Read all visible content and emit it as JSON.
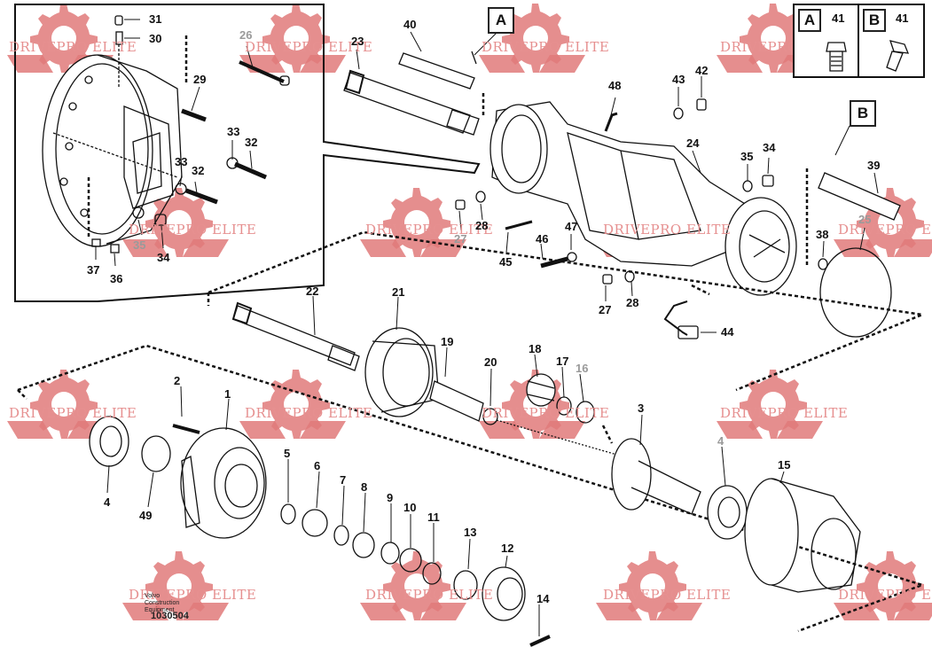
{
  "watermark": {
    "text": "DRIVEPRO ELITE",
    "color": "#e69090"
  },
  "view_tags": [
    "A",
    "B"
  ],
  "legend": {
    "cells": [
      {
        "letter": "A",
        "number": "41"
      },
      {
        "letter": "B",
        "number": "41"
      }
    ]
  },
  "footer": {
    "company": "Volvo Construction Equipment",
    "drawing_number": "1030504"
  },
  "callouts": [
    {
      "n": "31",
      "grey": false
    },
    {
      "n": "30",
      "grey": false
    },
    {
      "n": "26",
      "grey": true
    },
    {
      "n": "29",
      "grey": false
    },
    {
      "n": "33",
      "grey": false
    },
    {
      "n": "32",
      "grey": false
    },
    {
      "n": "33",
      "grey": false
    },
    {
      "n": "32",
      "grey": false
    },
    {
      "n": "35",
      "grey": true
    },
    {
      "n": "34",
      "grey": false
    },
    {
      "n": "37",
      "grey": false
    },
    {
      "n": "36",
      "grey": false
    },
    {
      "n": "23",
      "grey": false
    },
    {
      "n": "40",
      "grey": false
    },
    {
      "n": "48",
      "grey": false
    },
    {
      "n": "43",
      "grey": false
    },
    {
      "n": "42",
      "grey": false
    },
    {
      "n": "24",
      "grey": false
    },
    {
      "n": "35",
      "grey": false
    },
    {
      "n": "34",
      "grey": false
    },
    {
      "n": "39",
      "grey": false
    },
    {
      "n": "25",
      "grey": true
    },
    {
      "n": "38",
      "grey": false
    },
    {
      "n": "28",
      "grey": false
    },
    {
      "n": "27",
      "grey": true
    },
    {
      "n": "46",
      "grey": false
    },
    {
      "n": "47",
      "grey": false
    },
    {
      "n": "45",
      "grey": false
    },
    {
      "n": "27",
      "grey": false
    },
    {
      "n": "28",
      "grey": false
    },
    {
      "n": "44",
      "grey": false
    },
    {
      "n": "22",
      "grey": false
    },
    {
      "n": "21",
      "grey": false
    },
    {
      "n": "19",
      "grey": false
    },
    {
      "n": "18",
      "grey": false
    },
    {
      "n": "17",
      "grey": false
    },
    {
      "n": "16",
      "grey": true
    },
    {
      "n": "20",
      "grey": false
    },
    {
      "n": "2",
      "grey": false
    },
    {
      "n": "1",
      "grey": false
    },
    {
      "n": "3",
      "grey": false
    },
    {
      "n": "4",
      "grey": false
    },
    {
      "n": "49",
      "grey": false
    },
    {
      "n": "5",
      "grey": false
    },
    {
      "n": "6",
      "grey": false
    },
    {
      "n": "7",
      "grey": false
    },
    {
      "n": "8",
      "grey": false
    },
    {
      "n": "9",
      "grey": false
    },
    {
      "n": "10",
      "grey": false
    },
    {
      "n": "11",
      "grey": false
    },
    {
      "n": "13",
      "grey": false
    },
    {
      "n": "12",
      "grey": false
    },
    {
      "n": "14",
      "grey": false
    },
    {
      "n": "4",
      "grey": true
    },
    {
      "n": "15",
      "grey": false
    }
  ]
}
